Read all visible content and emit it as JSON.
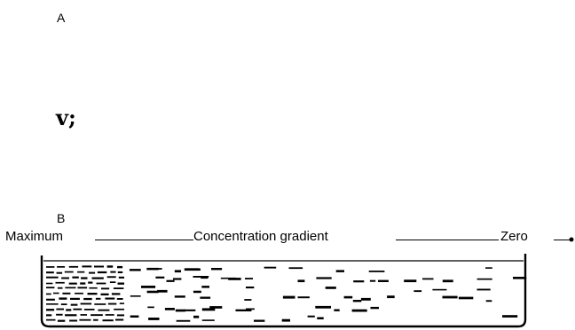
{
  "panel_a": {
    "label": "A",
    "glyph": "v;"
  },
  "panel_b": {
    "label": "B",
    "gradient": {
      "left_label": "Maximum",
      "middle_label": "Concentration  gradient",
      "right_label": "Zero"
    }
  },
  "colors": {
    "ink": "#000000",
    "background": "#ffffff"
  }
}
